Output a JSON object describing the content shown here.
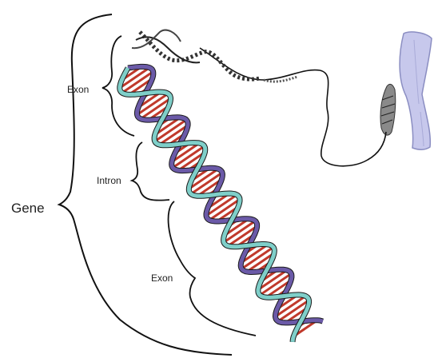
{
  "labels": {
    "gene": "Gene",
    "exon_top": "Exon",
    "intron": "Intron",
    "exon_bottom": "Exon"
  },
  "colors": {
    "backbone_a": "#7fcfc9",
    "backbone_b": "#6b5aa8",
    "rung_red": "#c0392b",
    "rung_white": "#ffffff",
    "chromosome": "#c7c8ec",
    "chromosome_outline": "#8b8ec2",
    "ink": "#111111"
  },
  "icons": {
    "dna_helix": "double-helix",
    "chromosome": "x-shaped-chromosome"
  }
}
